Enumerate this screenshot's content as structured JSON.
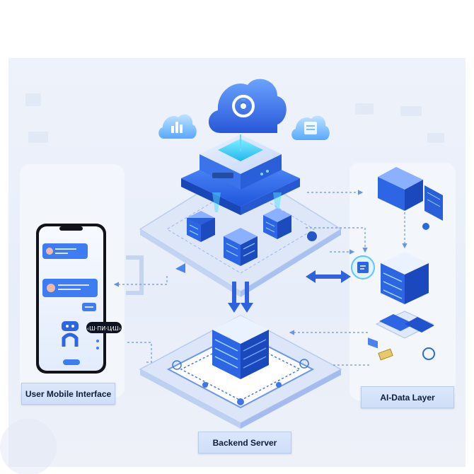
{
  "labels": {
    "left": "User Mobile Interface",
    "center": "Backend Server",
    "right": "AI-Data Layer"
  },
  "phone": {
    "badge": "‹Ш·ПИ·Ц⁄Ш›"
  },
  "colors": {
    "primary": "#2e6cf0",
    "accent": "#39c6ff",
    "background": "#eaf0fa",
    "label_bg": "#d3e2f9"
  }
}
